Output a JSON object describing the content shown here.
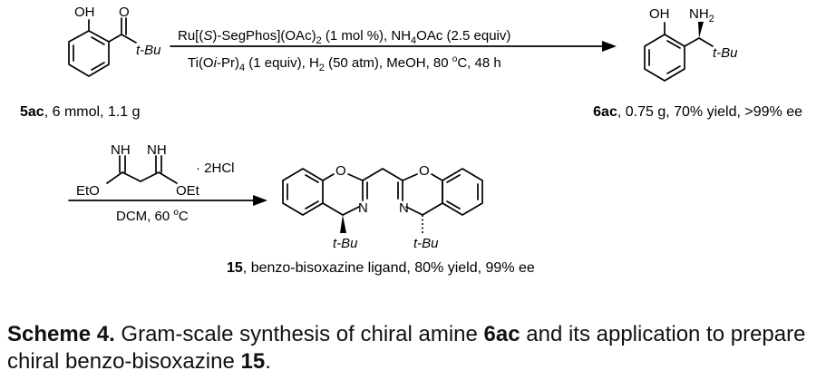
{
  "reaction1": {
    "sm_oh": "OH",
    "sm_o": "O",
    "sm_tbu": "t-Bu",
    "sm_id": "5ac",
    "sm_amount": ", 6 mmol, 1.1 g",
    "cond_line1_a": "Ru[(",
    "cond_line1_s": "S",
    "cond_line1_b": ")-SegPhos](OAc)",
    "cond_line1_sub2": "2",
    "cond_line1_c": " (1 mol %), NH",
    "cond_line1_sub4": "4",
    "cond_line1_d": "OAc (2.5 equiv)",
    "cond_line2_a": "Ti(O",
    "cond_line2_i": "i",
    "cond_line2_b": "-Pr)",
    "cond_line2_sub4": "4",
    "cond_line2_c": " (1 equiv), H",
    "cond_line2_sub2": "2",
    "cond_line2_d": " (50 atm), MeOH, 80 ",
    "cond_line2_deg": "o",
    "cond_line2_e": "C, 48 h",
    "prod_oh": "OH",
    "prod_nh": "NH",
    "prod_nh_sub": "2",
    "prod_tbu": "t-Bu",
    "prod_id": "6ac",
    "prod_result": ", 0.75 g, 70% yield, >99% ee"
  },
  "reaction2": {
    "nh_left": "NH",
    "nh_right": "NH",
    "salt": "· 2HCl",
    "eto": "EtO",
    "oet": "OEt",
    "cond_a": "DCM, 60 ",
    "cond_deg": "o",
    "cond_b": "C",
    "ring_o": "O",
    "ring_n": "N",
    "tbu": "t-Bu",
    "prod_id": "15",
    "prod_result": ", benzo-bisoxazine ligand, 80% yield, 99% ee"
  },
  "caption": {
    "label": "Scheme 4.",
    "text1": " Gram-scale synthesis of chiral amine ",
    "compound1": "6ac",
    "text2": " and its application to prepare chiral benzo-bisoxazine ",
    "compound2": "15",
    "text3": "."
  }
}
